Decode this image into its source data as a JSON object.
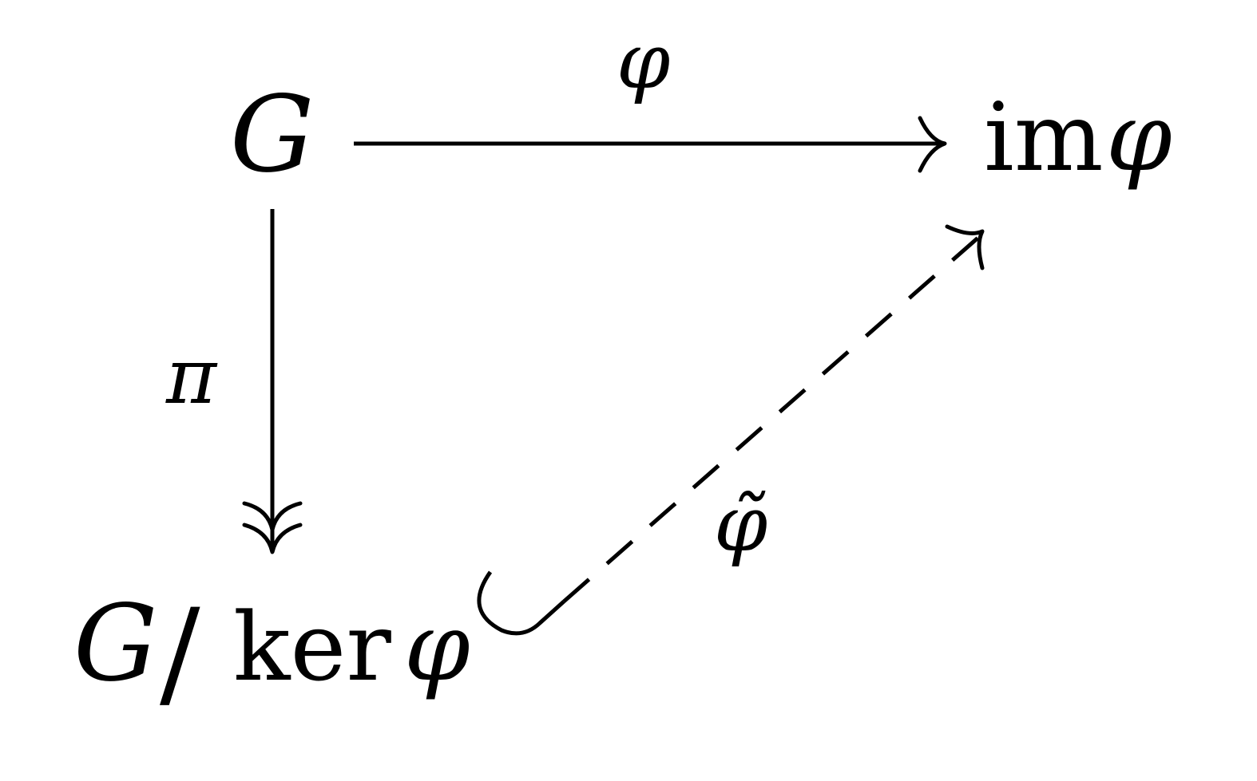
{
  "nodes": {
    "top_left": "G",
    "top_right_im": "im",
    "top_right_phi": "φ",
    "bottom_left_g": "G",
    "bottom_left_slash": "/",
    "bottom_left_ker": "ker",
    "bottom_left_phi": "φ"
  },
  "arrows": {
    "horizontal_label": "φ",
    "vertical_label": "π",
    "diagonal_label": "φ̃"
  },
  "style": {
    "ink_color": "#000000",
    "background_color": "#ffffff",
    "diagonal_arrow": "dashed hook arrow",
    "vertical_arrow": "two-headed arrow"
  }
}
